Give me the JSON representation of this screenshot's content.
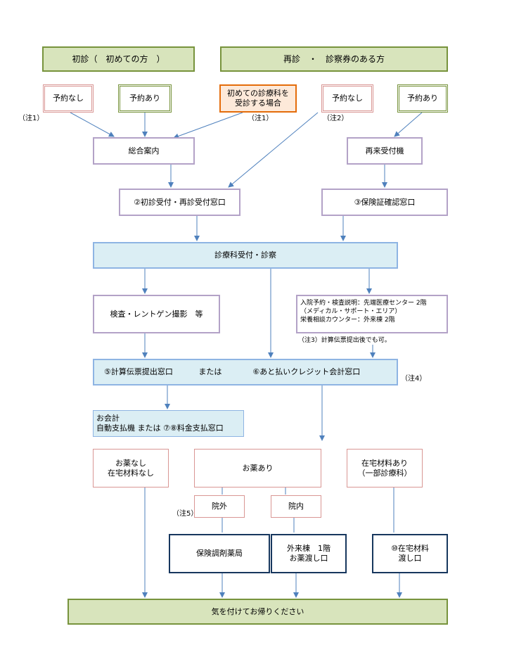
{
  "colors": {
    "header_fill": "#d8e4bc",
    "header_border": "#77933c",
    "arrow": "#4f81bd",
    "pink_border": "#d99694",
    "purple_border": "#b3a2c7",
    "blue_fill": "#dbeef4",
    "orange_fill": "#fde9d9",
    "navy_border": "#17375e"
  },
  "headers": {
    "first_visit": "初診（　初めての方　）",
    "revisit": "再診　・　診察券のある方"
  },
  "first_visit": {
    "no_reservation": "予約なし",
    "reservation": "予約あり",
    "first_fee": "初めての診療科を\n受診する場合"
  },
  "revisit": {
    "no_reservation": "予約なし",
    "reservation": "予約あり"
  },
  "notes": {
    "n1_left": "（注1）",
    "n1_mid": "（注1）",
    "n2": "（注2）",
    "n4": "（注4）",
    "n5": "（注5）",
    "n3": "（注3）計算伝票提出後でも可。"
  },
  "steps": {
    "general_info": "総合案内",
    "revisit_machine": "再来受付機",
    "reception_window": "②初診受付・再診受付窓口",
    "insurance_window": "③保険証確認窓口",
    "dept_reception": "診療科受付・診察",
    "exam": "検査・レントゲン撮影　等",
    "admission_info": "入院予約・検査説明：先端医療センター 2階\n（メディカル・サポート・エリア）\n栄養相談カウンター：外来棟 2階",
    "billing": "⑤計算伝票提出窓口　　　 または　　　　⑥あと払いクレジット会計窓口",
    "payment": "お会計\n自動支払機 または ⑦⑧料金支払窓口"
  },
  "branches": {
    "no_medicine": "お薬なし\n在宅材料なし",
    "medicine": "お薬あり",
    "home_material": "在宅材料あり\n（一部診療科）",
    "outside": "院外",
    "inside": "院内",
    "pharmacy": "保険調剤薬局",
    "outpatient_pickup": "外来棟　1階\nお薬渡し口",
    "home_material_window": "⑩在宅材料\n渡し口"
  },
  "final": "気を付けてお帰りください"
}
